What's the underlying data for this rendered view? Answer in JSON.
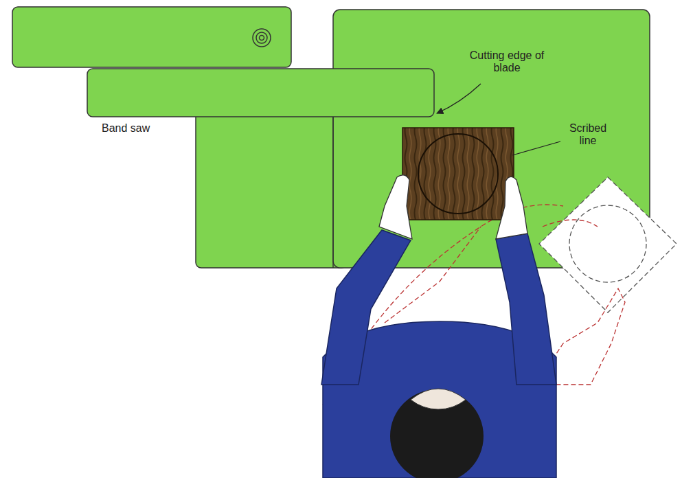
{
  "diagram": {
    "labels": [
      "Band saw",
      "Cutting edge of blade",
      "Scribed line"
    ]
  }
}
